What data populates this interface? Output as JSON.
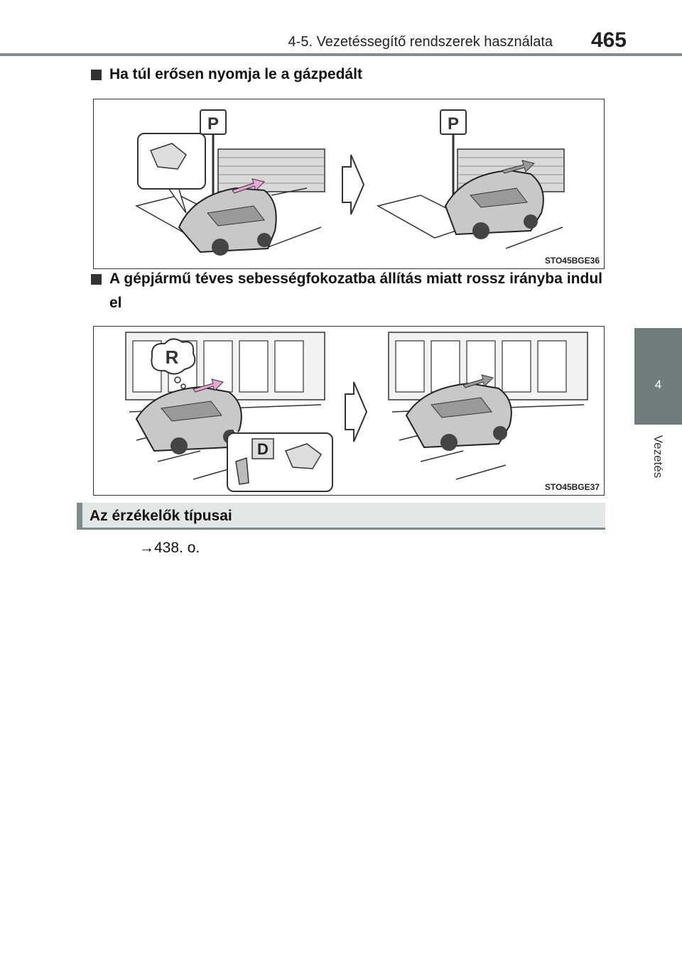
{
  "header": {
    "section_title": "4-5. Vezetéssegítő rendszerek használata",
    "page_number": "465"
  },
  "side_tab": {
    "chapter_number": "4",
    "chapter_label": "Vezetés"
  },
  "block1": {
    "heading": "Ha túl erősen nyomja le a gázpedált",
    "figure_code": "STO45BGE36",
    "sign_letter": "P"
  },
  "block2": {
    "heading": "A gépjármű téves sebességfokozatba állítás miatt rossz irányba indul el",
    "figure_code": "STO45BGE37",
    "thought_letter": "R",
    "shifter_letter": "D"
  },
  "section": {
    "title": "Az érzékelők típusai"
  },
  "reference": {
    "text": "→438. o."
  }
}
